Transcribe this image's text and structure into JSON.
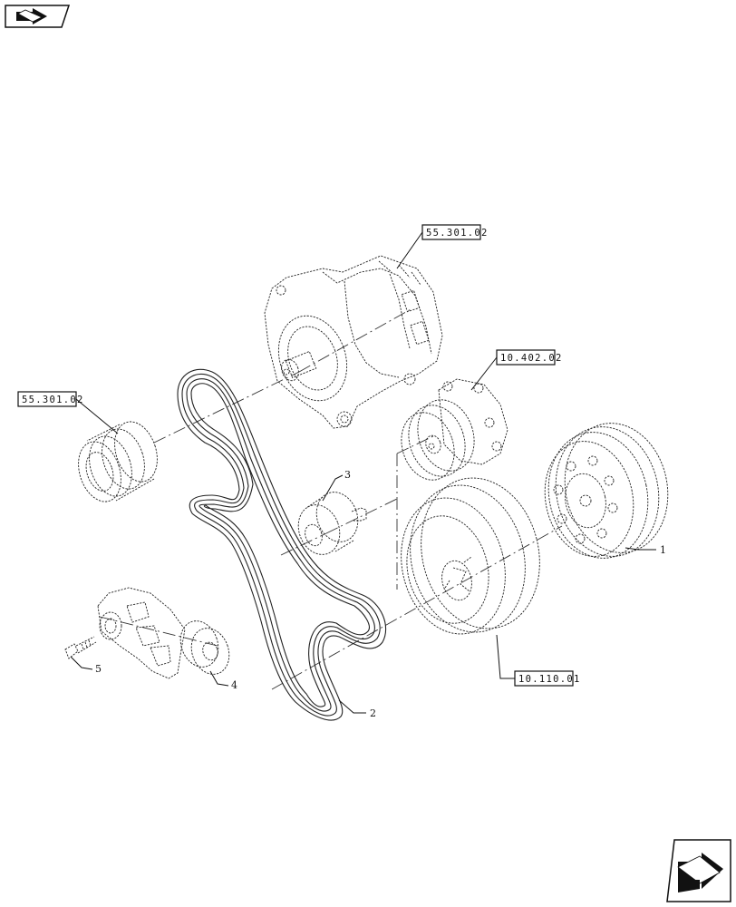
{
  "references": {
    "alternator": "55.301.02",
    "idler_left": "55.301.02",
    "water_pump": "10.402.02",
    "crank_pulley": "10.110.01"
  },
  "callouts": {
    "item1": "1",
    "item2": "2",
    "item3": "3",
    "item4": "4",
    "item5": "5"
  },
  "icons": {
    "top_left": "previous-page-arrow-icon",
    "bottom_right": "next-page-arrow-icon"
  }
}
